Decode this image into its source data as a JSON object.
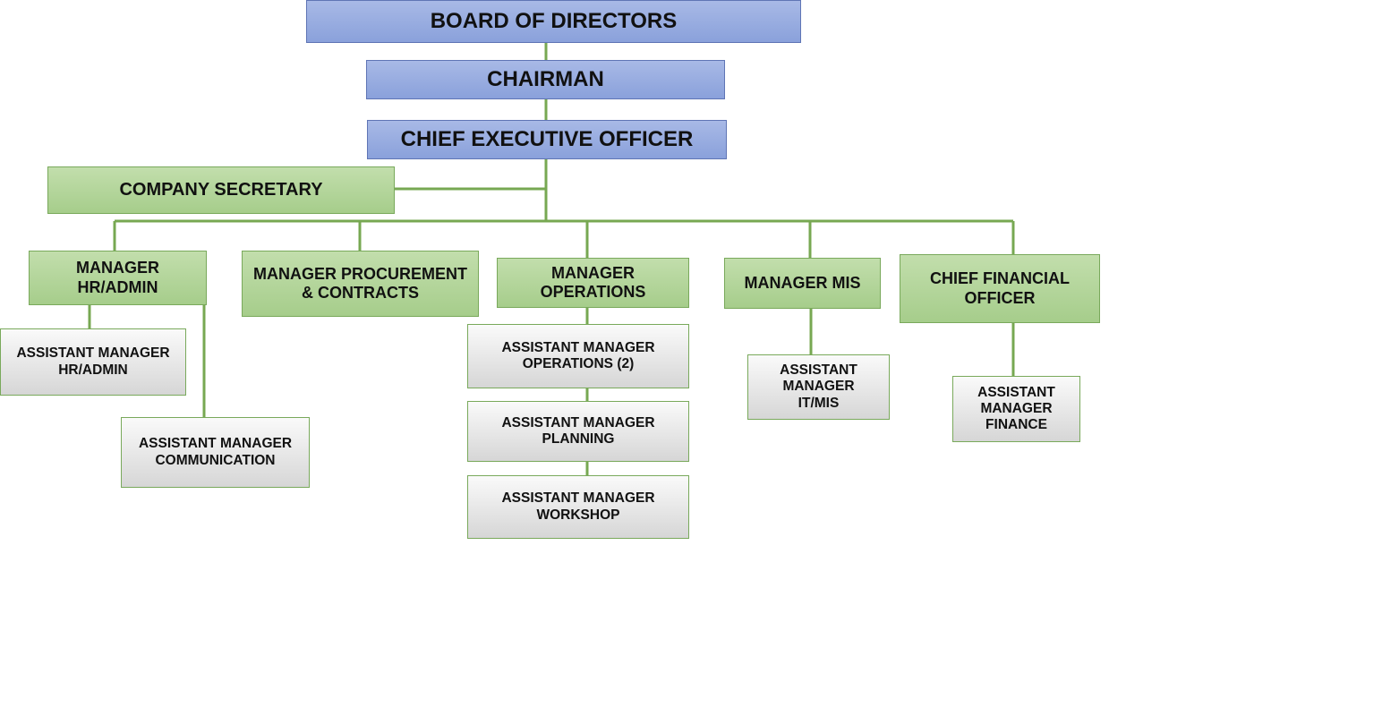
{
  "colors": {
    "top_box": "#8ea5dc",
    "manager_box": "#a9cf8e",
    "assistant_box": "#e2e2e2",
    "connector": "#77a852",
    "border_green": "#79a95b",
    "border_blue": "#5f75b5"
  },
  "org": {
    "board": "BOARD OF DIRECTORS",
    "chairman": "CHAIRMAN",
    "ceo": "CHIEF EXECUTIVE OFFICER",
    "company_secretary": "COMPANY SECRETARY",
    "managers": {
      "hr_admin": "MANAGER\nHR/ADMIN",
      "procurement": "MANAGER PROCUREMENT\n& CONTRACTS",
      "operations": "MANAGER\nOPERATIONS",
      "mis": "MANAGER MIS",
      "cfo": "CHIEF FINANCIAL\nOFFICER"
    },
    "assistants": {
      "hr_admin": "ASSISTANT MANAGER\nHR/ADMIN",
      "communication": "ASSISTANT MANAGER\nCOMMUNICATION",
      "operations": "ASSISTANT MANAGER\nOPERATIONS (2)",
      "planning": "ASSISTANT MANAGER\nPLANNING",
      "workshop": "ASSISTANT MANAGER\nWORKSHOP",
      "it_mis": "ASSISTANT\nMANAGER\nIT/MIS",
      "finance": "ASSISTANT\nMANAGER\nFINANCE"
    }
  }
}
